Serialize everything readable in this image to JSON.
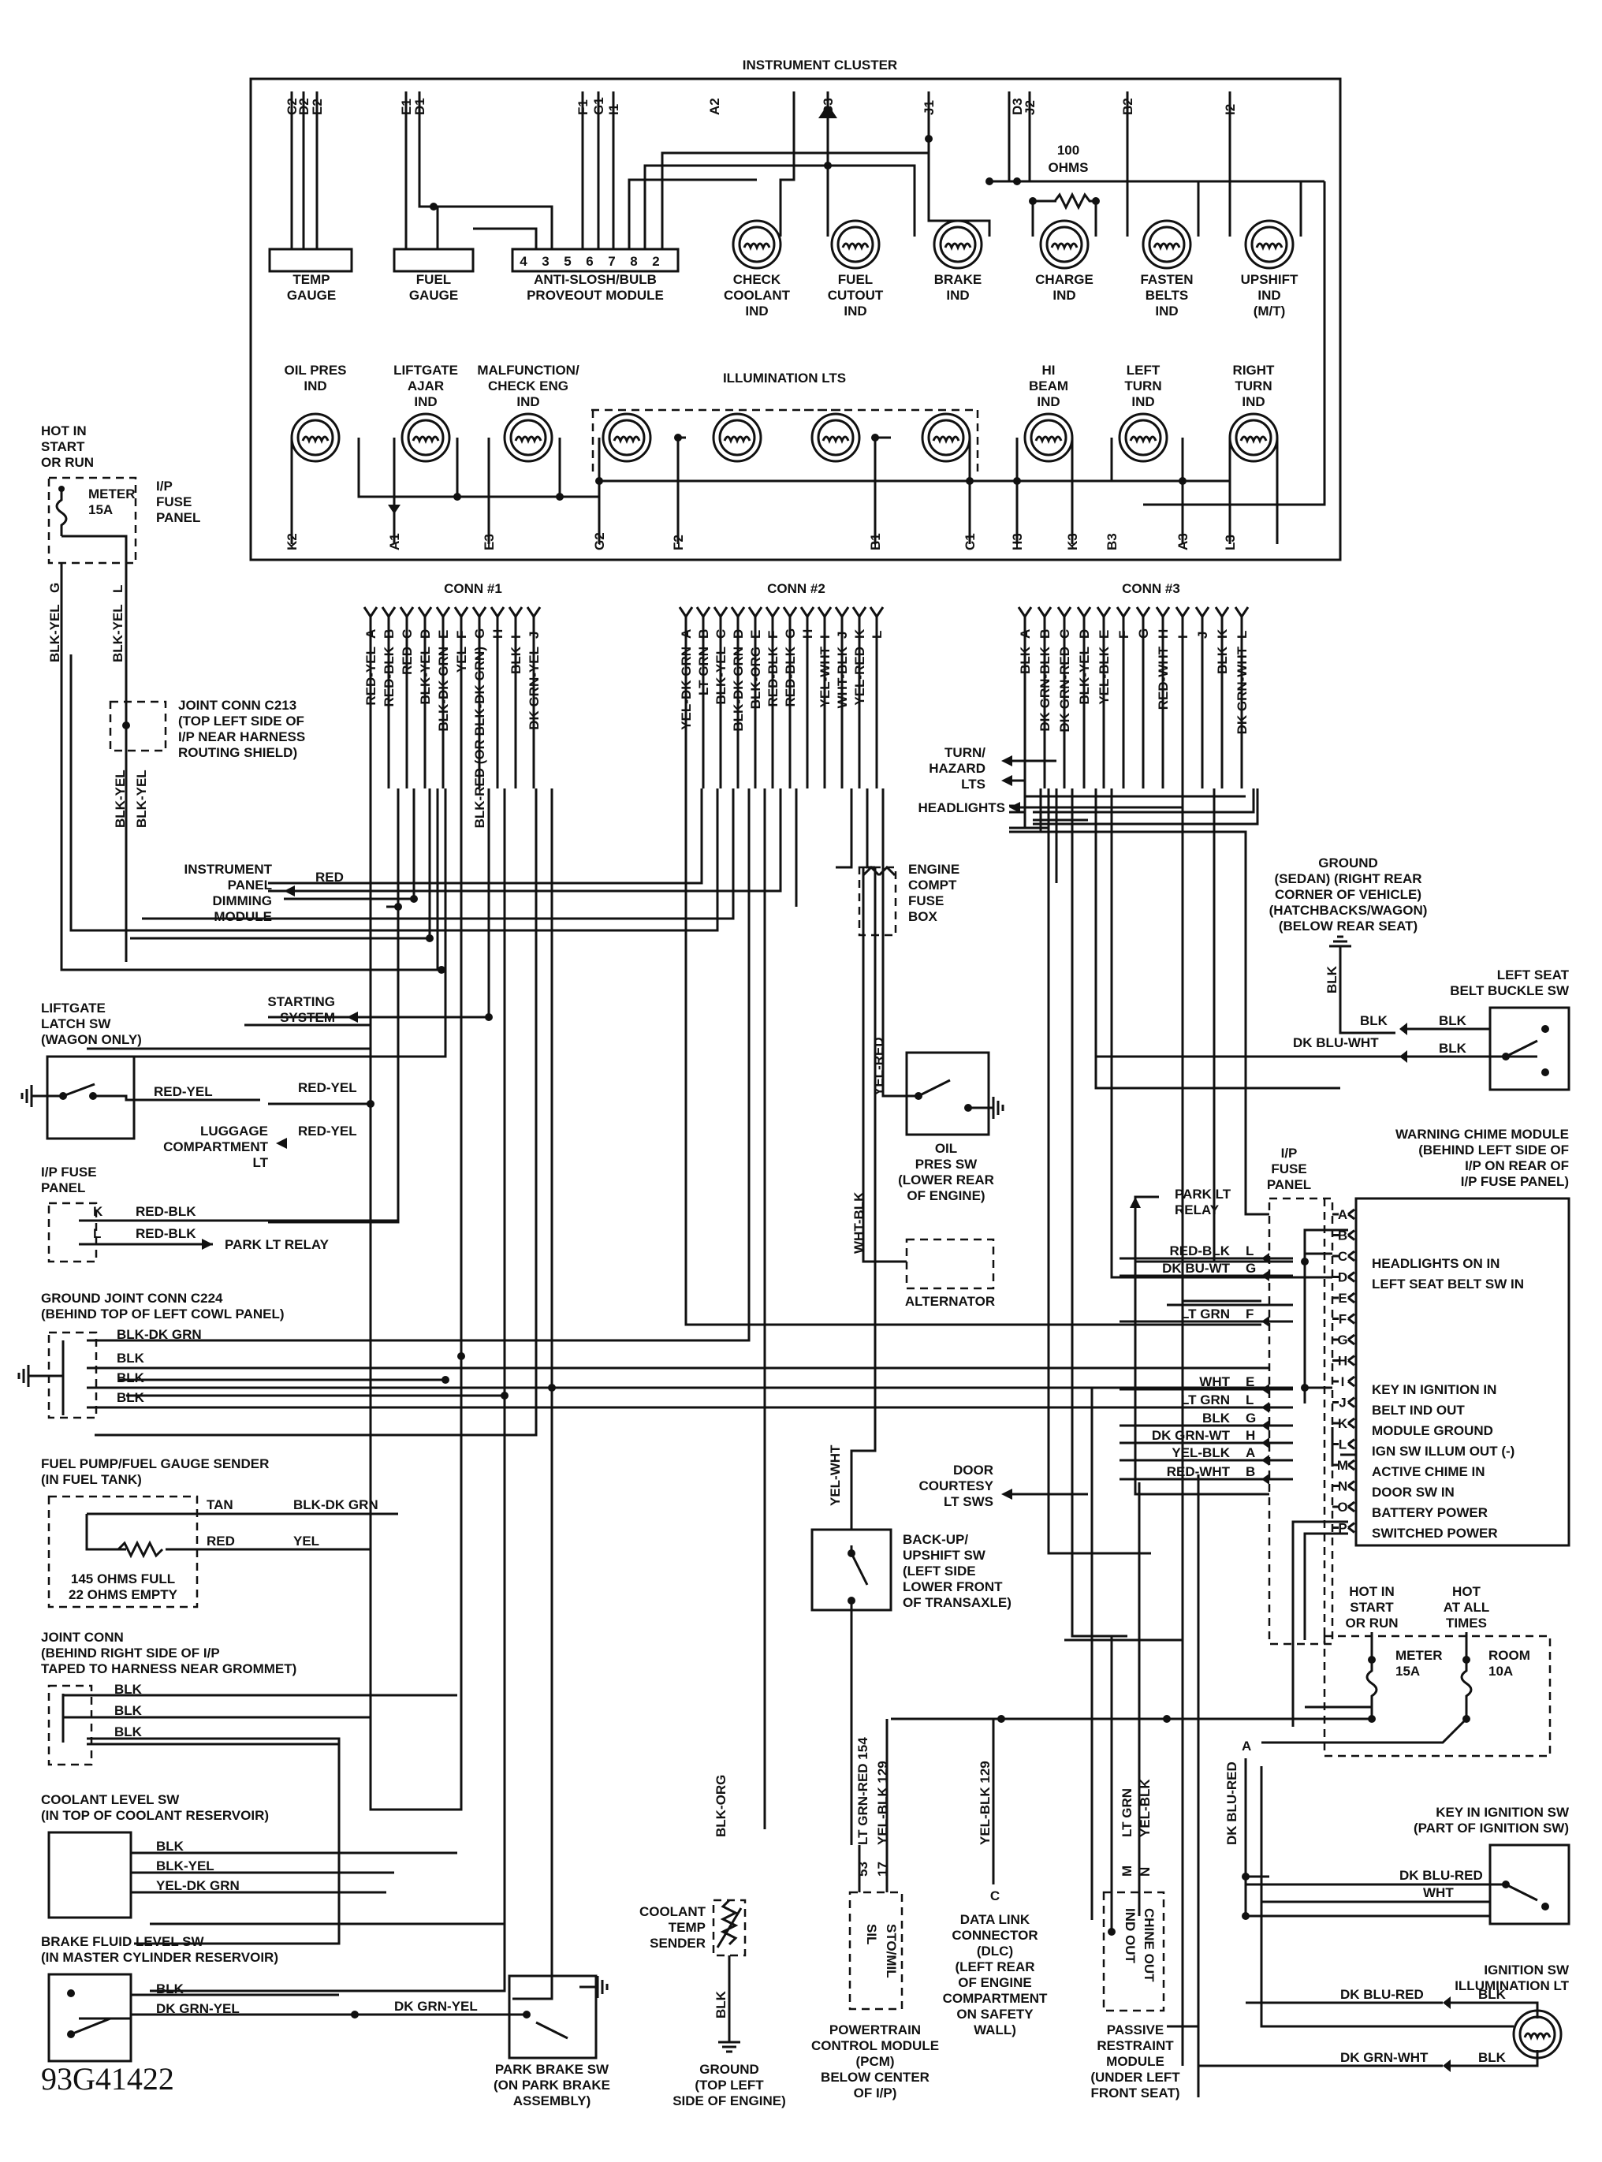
{
  "reference_code": "93G41422",
  "instrument_cluster": {
    "title": "INSTRUMENT CLUSTER",
    "top_pins": [
      "C2",
      "D2",
      "E2",
      "E1",
      "D1",
      "F1",
      "G1",
      "I1",
      "A2",
      "C3",
      "J1",
      "D3",
      "J2",
      "B2",
      "I2"
    ],
    "bottom_pins": [
      "K2",
      "A1",
      "E3",
      "G2",
      "F2",
      "B1",
      "C1",
      "H3",
      "K3",
      "B3",
      "A3",
      "L3"
    ],
    "module_pins": [
      "4",
      "3",
      "5",
      "6",
      "7",
      "8",
      "2"
    ],
    "resistor_label": [
      "100",
      "OHMS"
    ],
    "components": [
      {
        "label": [
          "TEMP",
          "GAUGE"
        ]
      },
      {
        "label": [
          "FUEL",
          "GAUGE"
        ]
      },
      {
        "label": [
          "ANTI-SLOSH/BULB",
          "PROVEOUT MODULE"
        ]
      },
      {
        "label": [
          "CHECK",
          "COOLANT",
          "IND"
        ]
      },
      {
        "label": [
          "FUEL",
          "CUTOUT",
          "IND"
        ]
      },
      {
        "label": [
          "BRAKE",
          "IND"
        ]
      },
      {
        "label": [
          "CHARGE",
          "IND"
        ]
      },
      {
        "label": [
          "FASTEN",
          "BELTS",
          "IND"
        ]
      },
      {
        "label": [
          "UPSHIFT",
          "IND",
          "(M/T)"
        ]
      },
      {
        "label": [
          "OIL PRES",
          "IND"
        ]
      },
      {
        "label": [
          "LIFTGATE",
          "AJAR",
          "IND"
        ]
      },
      {
        "label": [
          "MALFUNCTION/",
          "CHECK ENG",
          "IND"
        ]
      },
      {
        "label": [
          "ILLUMINATION LTS"
        ]
      },
      {
        "label": [
          "HI",
          "BEAM",
          "IND"
        ]
      },
      {
        "label": [
          "LEFT",
          "TURN",
          "IND"
        ]
      },
      {
        "label": [
          "RIGHT",
          "TURN",
          "IND"
        ]
      }
    ]
  },
  "connectors": {
    "conn1": {
      "title": "CONN #1",
      "pins": [
        "A",
        "B",
        "C",
        "D",
        "E",
        "F",
        "G",
        "H",
        "I",
        "J"
      ],
      "wires": [
        "RED-YEL",
        "RED-BLK",
        "RED",
        "BLK-YEL",
        "BLK-DK GRN",
        "YEL",
        "BLK-RED (OR BLK-DK GRN)",
        "",
        "BLK",
        "DK GRN-YEL"
      ]
    },
    "conn2": {
      "title": "CONN #2",
      "pins": [
        "A",
        "B",
        "C",
        "D",
        "E",
        "F",
        "G",
        "H",
        "I",
        "J",
        "K",
        "L"
      ],
      "wires": [
        "YEL-DK GRN",
        "LT GRN",
        "BLK-YEL",
        "BLK-DK GRN",
        "BLK-ORG",
        "RED-BLK",
        "RED-BLK",
        "",
        "YEL-WHT",
        "WHT-BLK",
        "YEL-RED",
        ""
      ]
    },
    "conn3": {
      "title": "CONN #3",
      "pins": [
        "A",
        "B",
        "C",
        "D",
        "E",
        "F",
        "G",
        "H",
        "I",
        "J",
        "K",
        "L"
      ],
      "wires": [
        "BLK",
        "DK GRN-BLK",
        "DK GRN-RED",
        "BLK-YEL",
        "YEL-BLK",
        "",
        "",
        "RED-WHT",
        "",
        "",
        "BLK",
        "DK GRN-WHT"
      ]
    }
  },
  "left": {
    "hot_in": [
      "HOT IN",
      "START",
      "OR RUN"
    ],
    "meter_fuse": [
      "METER",
      "15A"
    ],
    "ip_fuse_panel": [
      "I/P",
      "FUSE",
      "PANEL"
    ],
    "fuse_pins": [
      "G",
      "L"
    ],
    "fuse_wires": [
      "BLK-YEL",
      "BLK-YEL"
    ],
    "joint_c213": [
      "JOINT CONN C213",
      "(TOP LEFT SIDE OF",
      "I/P NEAR HARNESS",
      "ROUTING SHIELD)"
    ],
    "joint_wires": [
      "BLK-YEL",
      "BLK-YEL"
    ],
    "dimming_module": [
      "INSTRUMENT",
      "PANEL",
      "DIMMING",
      "MODULE"
    ],
    "dimming_wire": "RED",
    "starting_system": [
      "STARTING",
      "SYSTEM"
    ],
    "liftgate_sw": [
      "LIFTGATE",
      "LATCH SW",
      "(WAGON ONLY)"
    ],
    "liftgate_wires": [
      "RED-YEL",
      "RED-YEL"
    ],
    "luggage_lt": [
      "LUGGAGE",
      "COMPARTMENT",
      "LT"
    ],
    "luggage_wire": "RED-YEL",
    "ip_fuse_panel2": [
      "I/P FUSE",
      "PANEL"
    ],
    "fuse2_rows": [
      {
        "pin": "K",
        "wire": "RED-BLK"
      },
      {
        "pin": "L",
        "wire": "RED-BLK"
      }
    ],
    "park_lt_relay": "PARK LT RELAY",
    "ground_c224": [
      "GROUND JOINT CONN C224",
      "(BEHIND TOP OF LEFT COWL PANEL)"
    ],
    "c224_wires": [
      "BLK-DK GRN",
      "BLK",
      "BLK",
      "BLK"
    ],
    "fuel_sender": [
      "FUEL PUMP/FUEL GAUGE SENDER",
      "(IN FUEL TANK)"
    ],
    "fuel_sender_wires": [
      {
        "left": "TAN",
        "right": "BLK-DK GRN"
      },
      {
        "left": "RED",
        "right": "YEL"
      }
    ],
    "fuel_sender_spec": [
      "145 OHMS FULL",
      "22 OHMS EMPTY"
    ],
    "joint_conn": [
      "JOINT CONN",
      "(BEHIND RIGHT SIDE OF I/P",
      "TAPED TO HARNESS NEAR GROMMET)"
    ],
    "joint_conn_wires": [
      "BLK",
      "BLK",
      "BLK"
    ],
    "coolant_level_sw": [
      "COOLANT LEVEL SW",
      "(IN TOP OF COOLANT RESERVOIR)"
    ],
    "coolant_level_wires": [
      "BLK",
      "BLK-YEL",
      "YEL-DK GRN"
    ],
    "brake_fluid_sw": [
      "BRAKE FLUID LEVEL SW",
      "(IN MASTER CYLINDER RESERVOIR)"
    ],
    "brake_fluid_wires": [
      "BLK",
      "DK GRN-YEL"
    ],
    "park_brake_wire": "DK GRN-YEL",
    "park_brake_sw": [
      "PARK BRAKE SW",
      "(ON PARK BRAKE",
      "ASSEMBLY)"
    ]
  },
  "center": {
    "turn_hazard": [
      "TURN/",
      "HAZARD",
      "LTS"
    ],
    "headlights": "HEADLIGHTS",
    "engine_fuse_box": [
      "ENGINE",
      "COMPT",
      "FUSE",
      "BOX"
    ],
    "oil_wire": "YEL-RED",
    "oil_pres_sw": [
      "OIL",
      "PRES SW",
      "(LOWER REAR",
      "OF ENGINE)"
    ],
    "alternator_wire": "WHT-BLK",
    "alternator": "ALTERNATOR",
    "door_courtesy": [
      "DOOR",
      "COURTESY",
      "LT SWS"
    ],
    "backup_wire": "YEL-WHT",
    "backup_sw": [
      "BACK-UP/",
      "UPSHIFT SW",
      "(LEFT SIDE",
      "LOWER FRONT",
      "OF TRANSAXLE)"
    ],
    "coolant_temp_wire": "BLK-ORG",
    "coolant_temp_sender": [
      "COOLANT",
      "TEMP",
      "SENDER"
    ],
    "ground_wire": "BLK",
    "ground_label": [
      "GROUND",
      "(TOP LEFT",
      "SIDE OF ENGINE)"
    ],
    "pcm_wires": [
      "LT GRN-RED 154",
      "YEL-BLK 129"
    ],
    "pcm_pins": [
      "53",
      "17"
    ],
    "pcm_inside": [
      "SIL",
      "STO/MIL"
    ],
    "pcm_label": [
      "POWERTRAIN",
      "CONTROL MODULE",
      "(PCM)",
      "BELOW CENTER",
      "OF I/P)"
    ],
    "dlc_wire": "YEL-BLK 129",
    "dlc_pin": "C",
    "dlc_label": [
      "DATA LINK",
      "CONNECTOR",
      "(DLC)",
      "(LEFT REAR",
      "OF ENGINE",
      "COMPARTMENT",
      "ON SAFETY",
      "WALL)"
    ]
  },
  "right": {
    "ground_label": [
      "GROUND",
      "(SEDAN) (RIGHT REAR",
      "CORNER OF VEHICLE)",
      "(HATCHBACKS/WAGON)",
      "(BELOW REAR SEAT)"
    ],
    "ground_wire": "BLK",
    "seat_belt_sw": [
      "LEFT SEAT",
      "BELT BUCKLE SW"
    ],
    "seat_belt_wires": [
      "BLK",
      "DK BLU-WHT"
    ],
    "seat_belt_sw_wires": [
      "BLK",
      "BLK"
    ],
    "chime_module": [
      "WARNING CHIME MODULE",
      "(BEHIND LEFT SIDE OF",
      "I/P ON REAR OF",
      "I/P FUSE PANEL)"
    ],
    "ip_fuse_panel": [
      "I/P",
      "FUSE",
      "PANEL"
    ],
    "park_lt_relay": [
      "PARK LT",
      "RELAY"
    ],
    "chime_pins": [
      "A",
      "B",
      "C",
      "D",
      "E",
      "F",
      "G",
      "H",
      "I",
      "J",
      "K",
      "L",
      "M",
      "N",
      "O",
      "P"
    ],
    "chime_inputs": [
      {
        "wire": "RED-BLK",
        "pin": "L"
      },
      {
        "wire": "DK BU-WT",
        "pin": "G"
      },
      {
        "wire": "LT GRN",
        "pin": "F"
      },
      {
        "wire": "WHT",
        "pin": "E"
      },
      {
        "wire": "LT GRN",
        "pin": "L"
      },
      {
        "wire": "BLK",
        "pin": "G"
      },
      {
        "wire": "DK GRN-WT",
        "pin": "H"
      },
      {
        "wire": "YEL-BLK",
        "pin": "A"
      },
      {
        "wire": "RED-WHT",
        "pin": "B"
      }
    ],
    "chime_functions": [
      "HEADLIGHTS ON IN",
      "LEFT SEAT BELT SW IN",
      "KEY IN IGNITION IN",
      "BELT IND OUT",
      "MODULE GROUND",
      "IGN SW ILLUM OUT (-)",
      "ACTIVE CHIME IN",
      "DOOR SW IN",
      "BATTERY POWER",
      "SWITCHED POWER"
    ],
    "hot_in": [
      "HOT IN",
      "START",
      "OR RUN"
    ],
    "hot_at_all": [
      "HOT",
      "AT ALL",
      "TIMES"
    ],
    "meter_fuse": [
      "METER",
      "15A"
    ],
    "room_fuse": [
      "ROOM",
      "10A"
    ],
    "fuse_pin_a": "A",
    "dk_blu_red": "DK BLU-RED",
    "restraint_wires": [
      "LT GRN",
      "YEL-BLK"
    ],
    "restraint_pins": [
      "M",
      "N"
    ],
    "restraint_inside": [
      "IND OUT",
      "CHINE OUT"
    ],
    "restraint_label": [
      "PASSIVE",
      "RESTRAINT",
      "MODULE",
      "(UNDER LEFT",
      "FRONT SEAT)"
    ],
    "key_sw": [
      "KEY IN IGNITION SW",
      "(PART OF IGNITION SW)"
    ],
    "key_sw_wires": [
      "DK BLU-RED",
      "WHT"
    ],
    "illum_lt": [
      "IGNITION SW",
      "ILLUMINATION LT"
    ],
    "illum_wires": [
      {
        "left": "DK BLU-RED",
        "right": "BLK"
      },
      {
        "left": "DK GRN-WHT",
        "right": "BLK"
      }
    ]
  }
}
